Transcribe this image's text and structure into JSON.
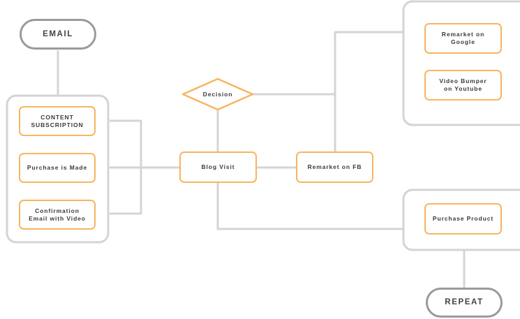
{
  "colors": {
    "connector": "#d4d4d4",
    "group_border": "#d4d4d4",
    "node_border": "#f7b560",
    "pill_border": "#9a9a9a",
    "text": "#3a3a3a"
  },
  "nodes": {
    "email": "EMAIL",
    "content_subscription": "CONTENT\nSUBSCRIPTION",
    "purchase_made": "Purchase is Made",
    "confirmation_email": "Confirmation\nEmail with Video",
    "decision": "Decision",
    "blog_visit": "Blog Visit",
    "remarket_fb": "Remarket on FB",
    "remarket_google": "Remarket on\nGoogle",
    "video_bumper": "Video Bumper\non Youtube",
    "purchase_product": "Purchase Product",
    "repeat": "REPEAT"
  }
}
